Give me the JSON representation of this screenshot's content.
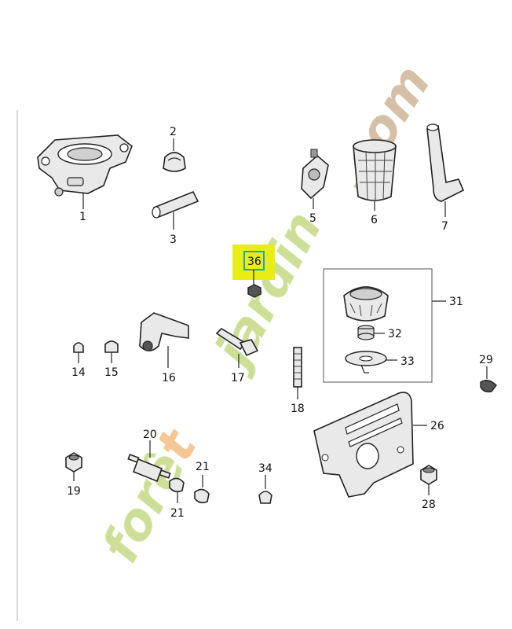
{
  "watermark": {
    "text_forest": "forêt",
    "text_jardin": "jardin",
    "text_com": ".com",
    "color_green": "#c8dc8c",
    "color_orange": "#f5c08a",
    "color_brown": "#d2b89e"
  },
  "highlight": {
    "label": "36",
    "color": "#e8ee14",
    "border_color": "#1aa0d8"
  },
  "callouts": {
    "c1": "1",
    "c2": "2",
    "c3": "3",
    "c5": "5",
    "c6": "6",
    "c7": "7",
    "c14": "14",
    "c15": "15",
    "c16": "16",
    "c17": "17",
    "c18": "18",
    "c19": "19",
    "c20": "20",
    "c21a": "21",
    "c21b": "21",
    "c26": "26",
    "c28": "28",
    "c29": "29",
    "c31": "31",
    "c32": "32",
    "c33": "33",
    "c34": "34"
  }
}
